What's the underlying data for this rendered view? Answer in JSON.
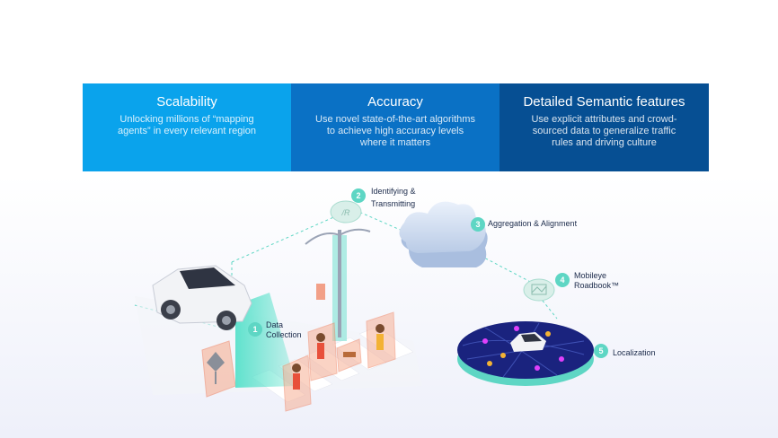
{
  "features": [
    {
      "title": "Scalability",
      "description": "Unlocking millions of “mapping agents” in every relevant region"
    },
    {
      "title": "Accuracy",
      "description": "Use novel state-of-the-art algorithms to achieve high accuracy levels where it matters"
    },
    {
      "title": "Detailed Semantic features",
      "description": "Use explicit attributes and crowd-sourced data to generalize traffic rules and driving culture"
    }
  ],
  "steps": [
    {
      "number": "1",
      "label_lines": [
        "Data",
        "Collection"
      ]
    },
    {
      "number": "2",
      "label_lines": [
        "Identifying &",
        "Transmitting"
      ]
    },
    {
      "number": "3",
      "label_lines": [
        "Aggregation & Alignment"
      ]
    },
    {
      "number": "4",
      "label_lines": [
        "Mobileye",
        "Roadbook™"
      ]
    },
    {
      "number": "5",
      "label_lines": [
        "Localization"
      ]
    }
  ],
  "colors": {
    "scalability": "#0aa3ec",
    "accuracy": "#0a71c5",
    "semantic": "#064f93",
    "step_badge": "#5ed6c4",
    "map_disc": "#1a237e"
  }
}
